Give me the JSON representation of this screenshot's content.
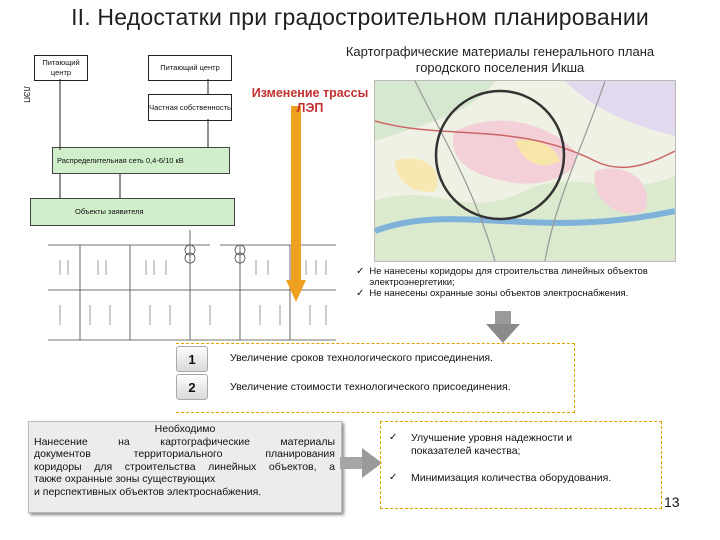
{
  "title": "II. Недостатки при градостроительном планировании",
  "scheme": {
    "source_left": "Питающий центр",
    "source_right": "Питающий центр",
    "line_label": "ЛЭП",
    "private_property": "Частная собственность",
    "network": "Распределительная сеть 0,4-6/10 кВ",
    "applicant_objects": "Объекты заявителя"
  },
  "map": {
    "caption": "Картографические материалы генерального плана городского поселения Икша",
    "change_label": "Изменение трассы ЛЭП"
  },
  "findings": [
    "Не нанесены коридоры для строительства линейных объектов электроэнергетики;",
    "Не нанесены охранные зоны объектов электроснабжения."
  ],
  "consequences": [
    {
      "number": "1",
      "text": "Увеличение сроков технологического присоединения."
    },
    {
      "number": "2",
      "text": "Увеличение стоимости технологического присоединения."
    }
  ],
  "needed": {
    "title": "Необходимо",
    "lines": [
      "Нанесение на картографические материалы",
      "документов территориального планирования",
      "коридоры для строительства линейных объектов, а",
      "также охранные зоны существующих",
      "и перспективных объектов электроснабжения."
    ]
  },
  "results": [
    "Улучшение уровня надежности и показателей качества;",
    "Минимизация количества оборудования."
  ],
  "check_mark": "✓",
  "page_number": "13",
  "colors": {
    "accent_red": "#c23030",
    "dashed_border": "#e0a000",
    "arrow_orange": "#f0a020",
    "green_box": "#cfeec9"
  }
}
